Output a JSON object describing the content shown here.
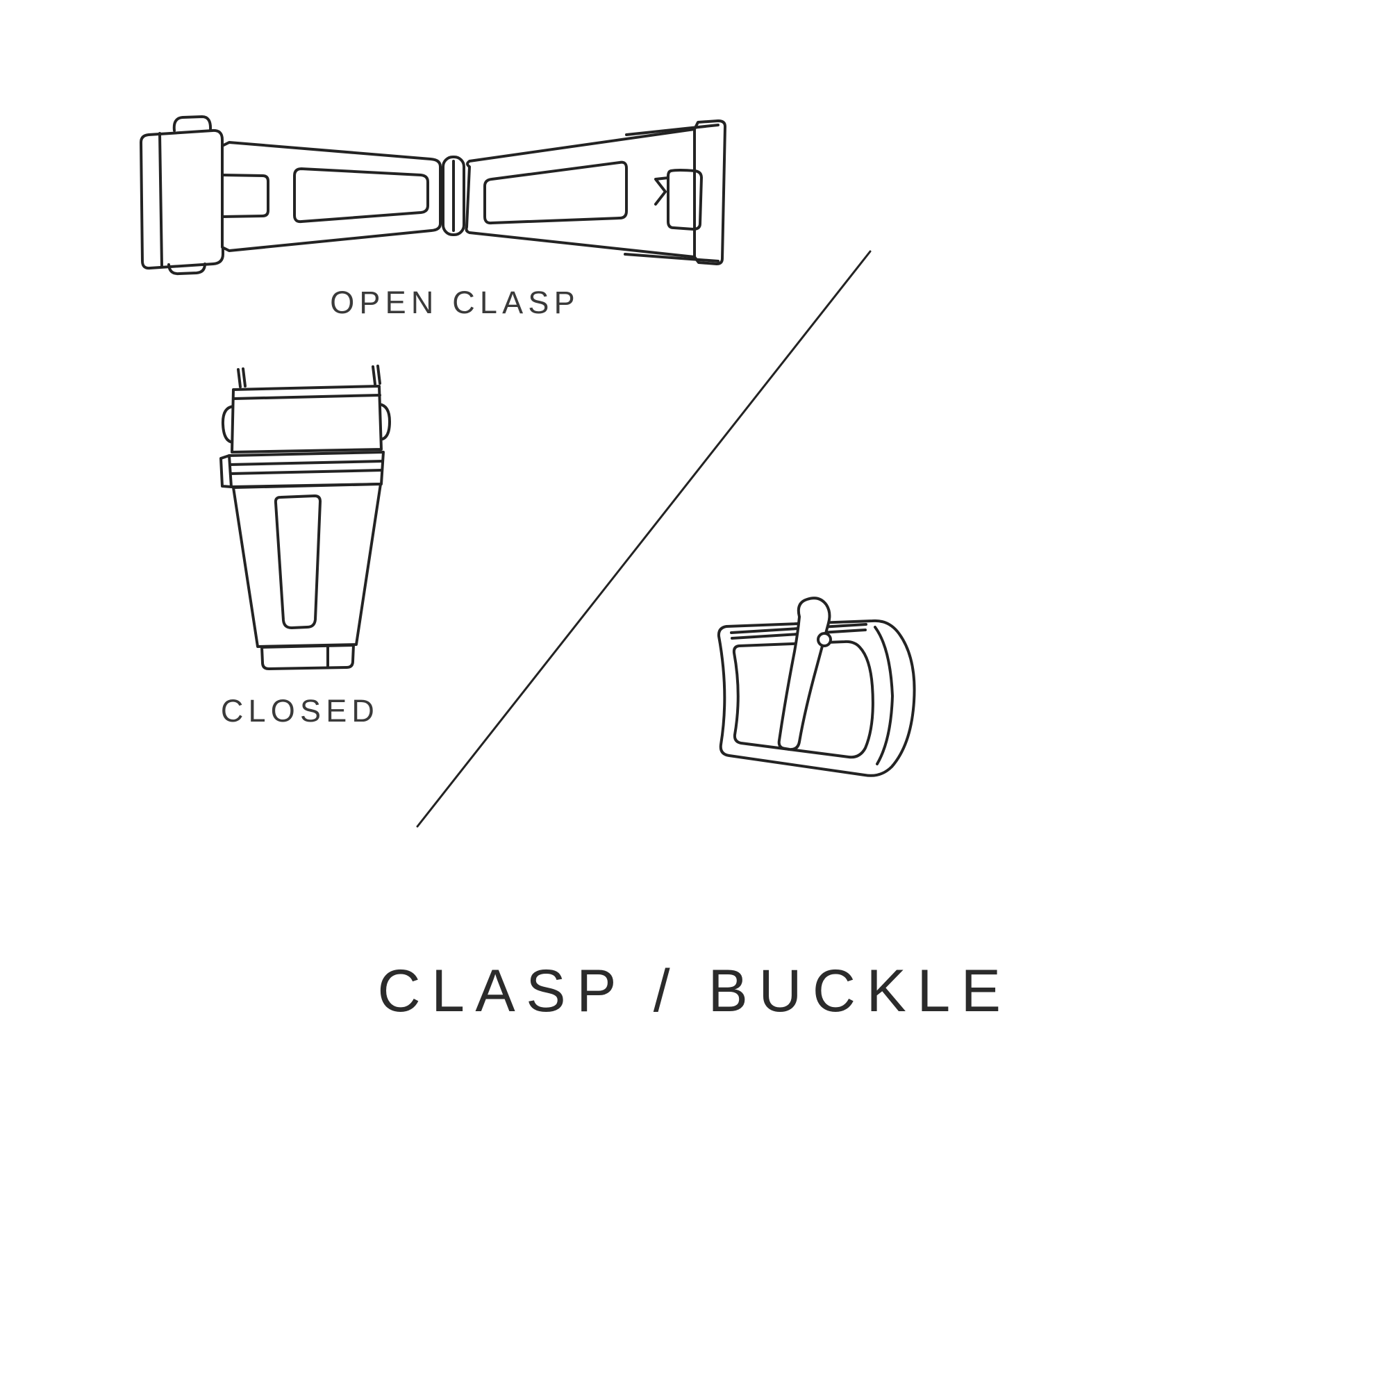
{
  "page": {
    "background_color": "#ffffff",
    "line_color": "#232323",
    "caption_color": "#3a3a3a",
    "title_color": "#2b2b2b"
  },
  "labels": {
    "open_clasp": "OPEN CLASP",
    "closed": "CLOSED",
    "title": "CLASP / BUCKLE"
  },
  "illustrations": [
    {
      "name": "open-clasp-illustration",
      "caption": "OPEN CLASP"
    },
    {
      "name": "closed-clasp-illustration",
      "caption": "CLOSED"
    },
    {
      "name": "buckle-illustration",
      "caption": ""
    }
  ]
}
